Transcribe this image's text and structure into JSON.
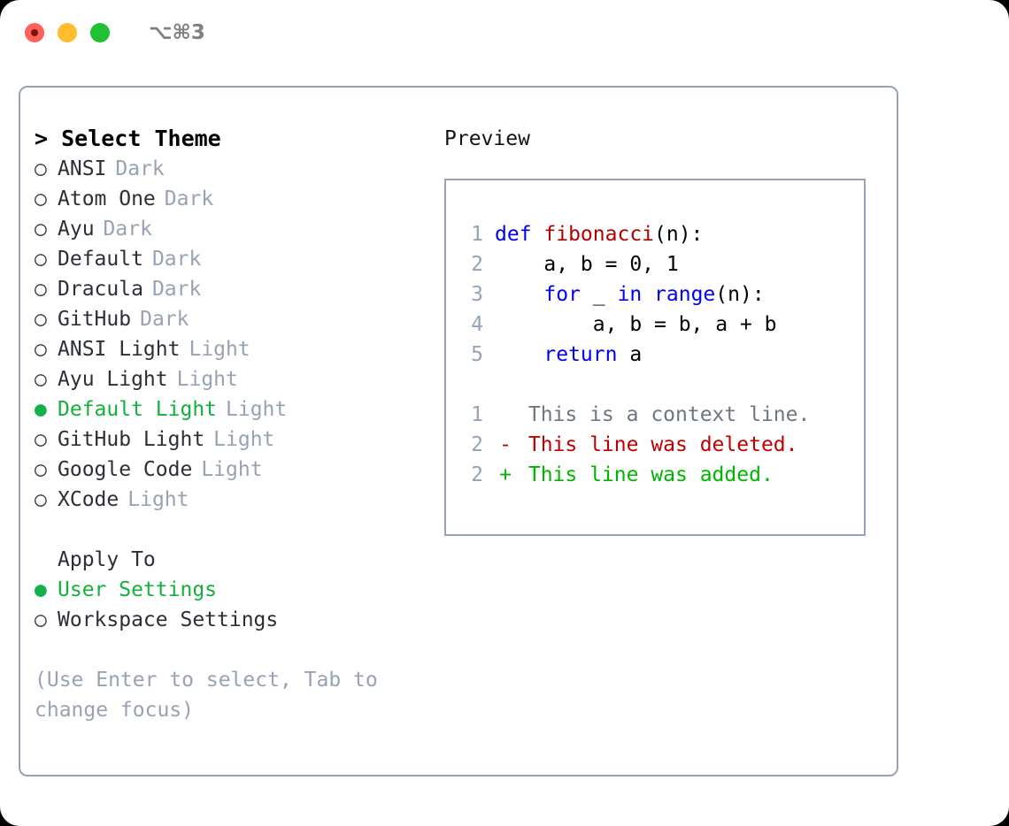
{
  "window": {
    "shortcut": "⌥⌘3",
    "traffic_lights": [
      "close",
      "minimize",
      "maximize"
    ],
    "colors": {
      "close": "#ff6159",
      "minimize": "#ffbd2e",
      "maximize": "#21c131",
      "panel_border": "#97a3b4",
      "accent_green": "#13b13b",
      "muted": "#97a3b4",
      "keyword_blue": "#0000ee",
      "function_red": "#b00000",
      "diff_delete": "#c00000",
      "diff_add": "#00b400"
    }
  },
  "theme_menu": {
    "header": "> Select Theme",
    "bullet_selected": "●",
    "bullet_unselected": "○",
    "items": [
      {
        "name": "ANSI",
        "suffix": "Dark",
        "selected": false
      },
      {
        "name": "Atom One",
        "suffix": "Dark",
        "selected": false
      },
      {
        "name": "Ayu",
        "suffix": "Dark",
        "selected": false
      },
      {
        "name": "Default",
        "suffix": "Dark",
        "selected": false
      },
      {
        "name": "Dracula",
        "suffix": "Dark",
        "selected": false
      },
      {
        "name": "GitHub",
        "suffix": "Dark",
        "selected": false
      },
      {
        "name": "ANSI Light",
        "suffix": "Light",
        "selected": false
      },
      {
        "name": "Ayu Light",
        "suffix": "Light",
        "selected": false
      },
      {
        "name": "Default Light",
        "suffix": "Light",
        "selected": true
      },
      {
        "name": "GitHub Light",
        "suffix": "Light",
        "selected": false
      },
      {
        "name": "Google Code",
        "suffix": "Light",
        "selected": false
      },
      {
        "name": "XCode",
        "suffix": "Light",
        "selected": false
      }
    ]
  },
  "apply_to": {
    "label": "Apply To",
    "items": [
      {
        "name": "User Settings",
        "selected": true
      },
      {
        "name": "Workspace Settings",
        "selected": false
      }
    ]
  },
  "footer": {
    "hint": "(Use Enter to select, Tab to change focus)"
  },
  "preview": {
    "title": "Preview",
    "code_lines": [
      {
        "number": "1",
        "tokens": [
          {
            "text": "def ",
            "type": "keyword"
          },
          {
            "text": "fibonacci",
            "type": "function"
          },
          {
            "text": "(n):",
            "type": "plain"
          }
        ]
      },
      {
        "number": "2",
        "tokens": [
          {
            "text": "    a, b = 0, 1",
            "type": "plain"
          }
        ]
      },
      {
        "number": "3",
        "tokens": [
          {
            "text": "    ",
            "type": "plain"
          },
          {
            "text": "for",
            "type": "keyword"
          },
          {
            "text": " _ ",
            "type": "plain"
          },
          {
            "text": "in",
            "type": "keyword"
          },
          {
            "text": " ",
            "type": "plain"
          },
          {
            "text": "range",
            "type": "keyword"
          },
          {
            "text": "(n):",
            "type": "plain"
          }
        ]
      },
      {
        "number": "4",
        "tokens": [
          {
            "text": "        a, b = b, a + b",
            "type": "plain"
          }
        ]
      },
      {
        "number": "5",
        "tokens": [
          {
            "text": "    ",
            "type": "plain"
          },
          {
            "text": "return",
            "type": "keyword"
          },
          {
            "text": " a",
            "type": "plain"
          }
        ]
      }
    ],
    "diff_lines": [
      {
        "number": "1",
        "marker": " ",
        "text": "This is a context line.",
        "type": "context"
      },
      {
        "number": "2",
        "marker": "-",
        "text": "This line was deleted.",
        "type": "delete"
      },
      {
        "number": "2",
        "marker": "+",
        "text": "This line was added.",
        "type": "add"
      }
    ]
  }
}
